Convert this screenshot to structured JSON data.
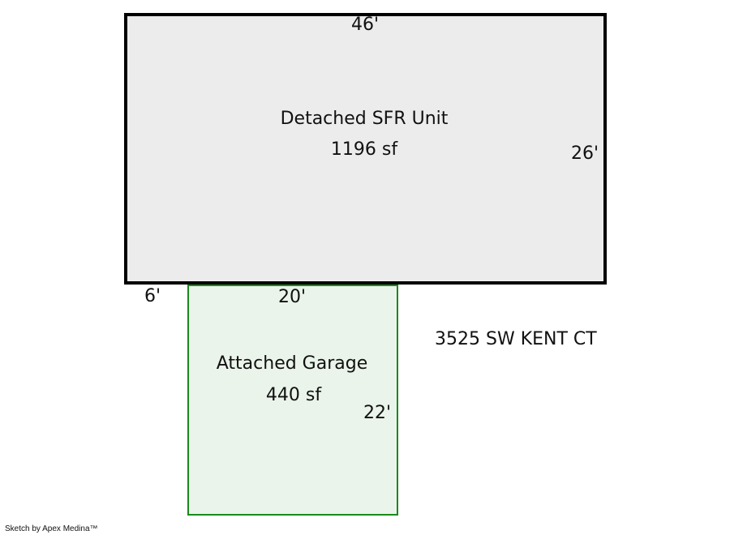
{
  "house": {
    "name": "Detached SFR Unit",
    "area": "1196 sf",
    "top_dim": "46'",
    "right_dim": "26'",
    "outline_color": "#000000",
    "fill_color": "#ececec"
  },
  "garage": {
    "name": "Attached Garage",
    "area": "440 sf",
    "top_dim": "20'",
    "right_dim": "22'",
    "offset_dim": "6'",
    "outline_color": "#1a8a1a",
    "fill_color": "#eaf4ea"
  },
  "address": "3525 SW KENT CT",
  "credit": "Sketch by Apex Medina™"
}
